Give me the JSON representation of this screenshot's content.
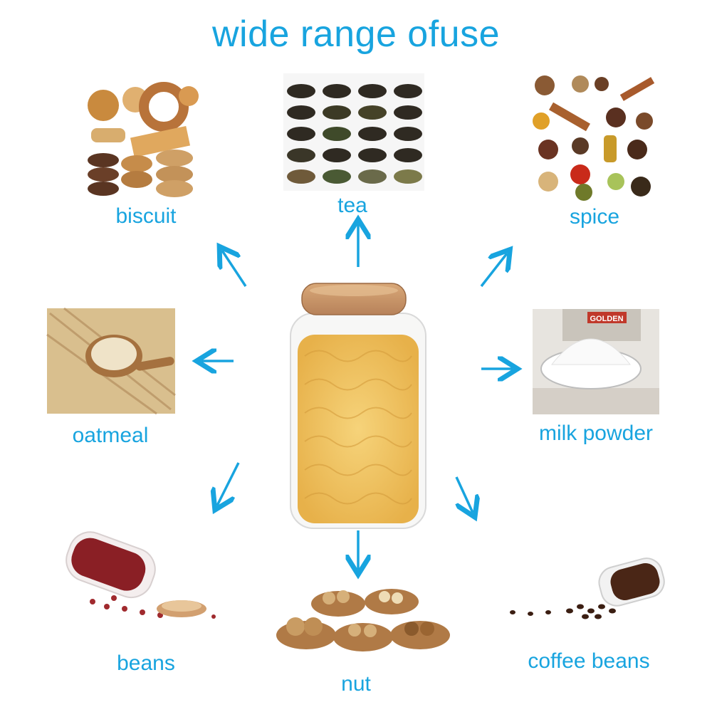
{
  "title": "wide range ofuse",
  "accent_color": "#18a4df",
  "uses": [
    {
      "id": "biscuit",
      "label": "biscuit"
    },
    {
      "id": "tea",
      "label": "tea"
    },
    {
      "id": "spice",
      "label": "spice"
    },
    {
      "id": "oatmeal",
      "label": "oatmeal"
    },
    {
      "id": "milk-powder",
      "label": "milk powder",
      "package_text": "GOLDEN"
    },
    {
      "id": "beans",
      "label": "beans"
    },
    {
      "id": "nut",
      "label": "nut"
    },
    {
      "id": "coffee-beans",
      "label": "coffee beans"
    }
  ],
  "center_image": "glass-jar-with-pasta"
}
